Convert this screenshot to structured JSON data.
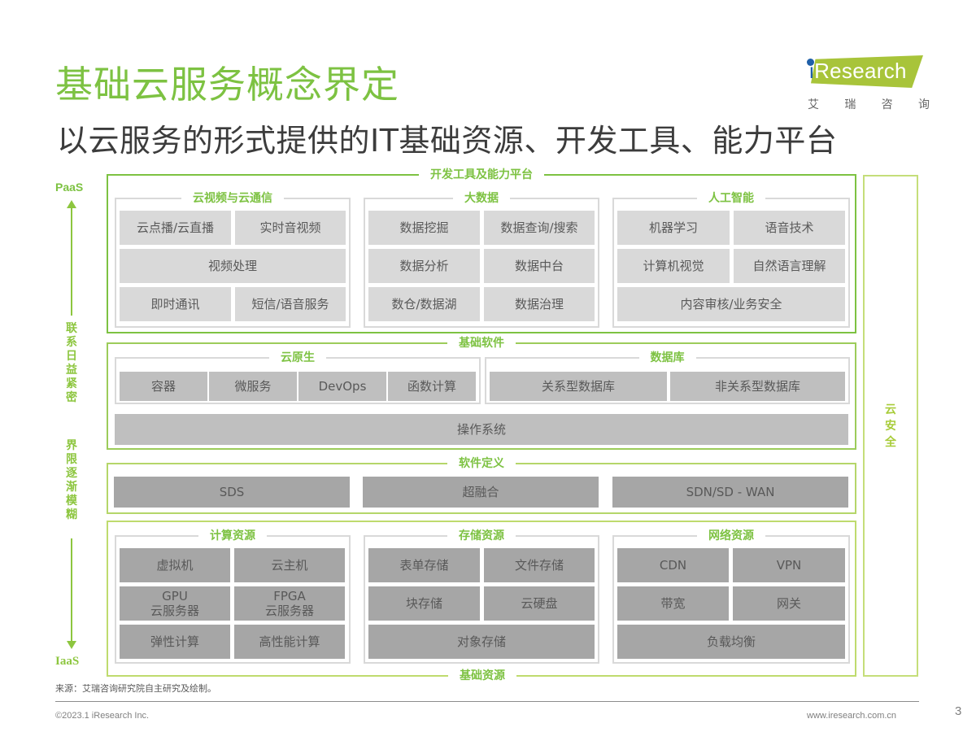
{
  "header": {
    "title": "基础云服务概念界定",
    "subtitle": "以云服务的形式提供的IT基础资源、开发工具、能力平台"
  },
  "logo": {
    "brand": "Research",
    "brand_i": "i",
    "chinese": [
      "艾",
      "瑞",
      "咨",
      "询"
    ]
  },
  "axis": {
    "top": "PaaS",
    "bottom": "IaaS",
    "label_1": [
      "联",
      "系",
      "日",
      "益",
      "紧",
      "密"
    ],
    "label_2": [
      "界",
      "限",
      "逐",
      "渐",
      "模",
      "糊"
    ]
  },
  "layers": {
    "paas": {
      "title": "开发工具及能力平台",
      "groups": [
        {
          "title": "云视频与云通信",
          "cells": [
            "云点播/云直播",
            "实时音视频",
            "视频处理",
            "即时通讯",
            "短信/语音服务"
          ]
        },
        {
          "title": "大数据",
          "cells": [
            "数据挖掘",
            "数据查询/搜索",
            "数据分析",
            "数据中台",
            "数仓/数据湖",
            "数据治理"
          ]
        },
        {
          "title": "人工智能",
          "cells": [
            "机器学习",
            "语音技术",
            "计算机视觉",
            "自然语言理解",
            "内容审核/业务安全"
          ]
        }
      ]
    },
    "base_software": {
      "title": "基础软件",
      "groups": [
        {
          "title": "云原生",
          "cells": [
            "容器",
            "微服务",
            "DevOps",
            "函数计算"
          ]
        },
        {
          "title": "数据库",
          "cells": [
            "关系型数据库",
            "非关系型数据库"
          ]
        }
      ],
      "os": "操作系统"
    },
    "software_defined": {
      "title": "软件定义",
      "cells": [
        "SDS",
        "超融合",
        "SDN/SD - WAN"
      ]
    },
    "iaas": {
      "title": "基础资源",
      "groups": [
        {
          "title": "计算资源",
          "cells": [
            "虚拟机",
            "云主机",
            "GPU\n云服务器",
            "FPGA\n云服务器",
            "弹性计算",
            "高性能计算"
          ]
        },
        {
          "title": "存储资源",
          "cells": [
            "表单存储",
            "文件存储",
            "块存储",
            "云硬盘",
            "对象存储"
          ]
        },
        {
          "title": "网络资源",
          "cells": [
            "CDN",
            "VPN",
            "带宽",
            "网关",
            "负载均衡"
          ]
        }
      ]
    }
  },
  "security": {
    "label": "云安全"
  },
  "footer": {
    "source": "来源：艾瑞咨询研究院自主研究及绘制。",
    "copyright": "©2023.1 iResearch Inc.",
    "website": "www.iresearch.com.cn",
    "page": "3"
  },
  "colors": {
    "accent_green": "#7dc242",
    "light_green": "#bfdb6e",
    "cell_light": "#d9d9d9",
    "cell_mid": "#bfbfbf",
    "cell_dark": "#a6a6a6"
  }
}
